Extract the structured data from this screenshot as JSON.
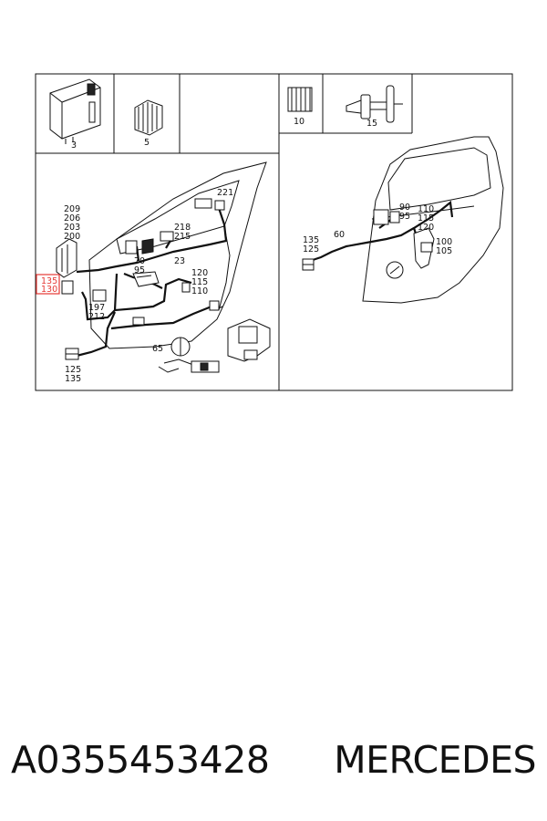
{
  "part_labels": {
    "p3": "3",
    "p5": "5",
    "p10": "10",
    "p15": "15",
    "p221": "221",
    "p209": "209",
    "p206": "206",
    "p203": "203",
    "p200": "200",
    "p218": "218",
    "p215": "215",
    "p70": "70",
    "p95a": "95",
    "p23": "23",
    "p120a": "120",
    "p115a": "115",
    "p110a": "110",
    "p135a": "135",
    "p130": "130",
    "p197": "197",
    "p212": "212",
    "p65": "65",
    "p125a": "125",
    "p135b": "135",
    "p90": "90",
    "p95b": "95",
    "p110b": "110",
    "p115b": "115",
    "p120b": "120",
    "p100": "100",
    "p105": "105",
    "p60": "60",
    "p135c": "135",
    "p125b": "125"
  },
  "highlight_color": "#e53935",
  "caption": {
    "part_number": "A0355453428",
    "brand": "MERCEDES"
  }
}
